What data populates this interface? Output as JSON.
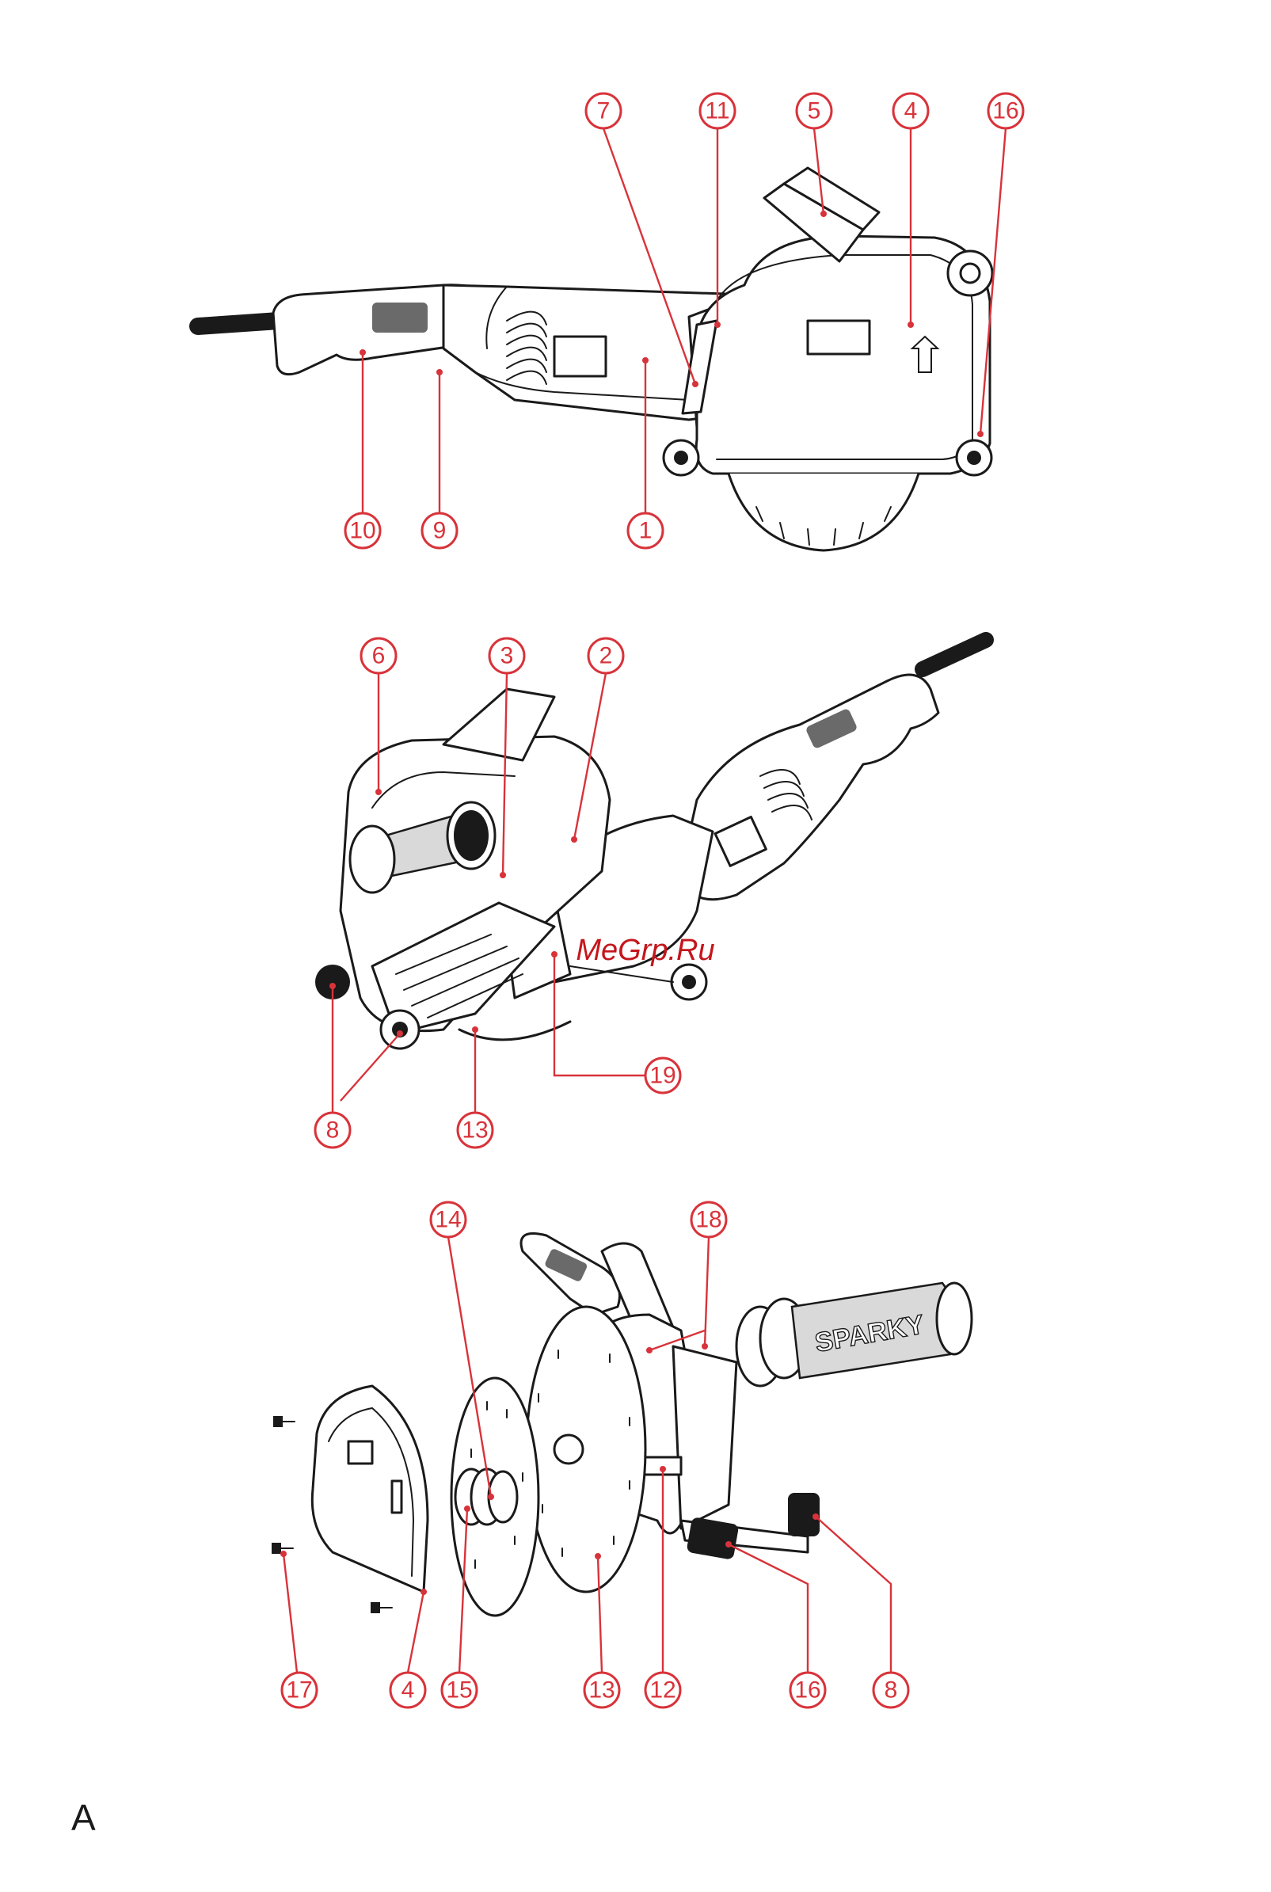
{
  "figure_label": "A",
  "watermark": "MeGrp.Ru",
  "brand_on_handle": "SPARKY",
  "accent_color": "#d8333a",
  "view1_callouts": [
    "7",
    "11",
    "5",
    "4",
    "16",
    "10",
    "9",
    "1"
  ],
  "view2_callouts": [
    "6",
    "3",
    "2",
    "19",
    "8",
    "13"
  ],
  "view3_callouts": [
    "14",
    "18",
    "17",
    "4",
    "15",
    "13",
    "12",
    "16",
    "8"
  ]
}
